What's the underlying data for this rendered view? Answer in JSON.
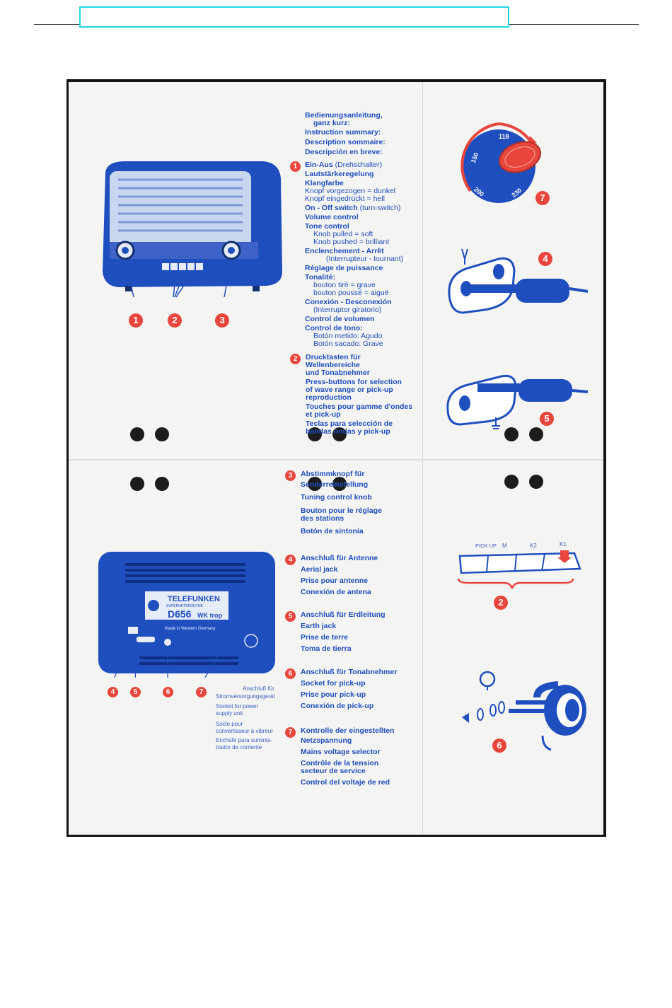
{
  "header": {
    "box_text": ""
  },
  "colors": {
    "blue": "#1f4fbf",
    "red": "#e8453c",
    "paper": "#f4f4f2",
    "header_box": "#21d6e6"
  },
  "intro": [
    "Bedienungsanleitung,",
    "ganz kurz:",
    "Instruction summary:",
    "Description sommaire:",
    "Descripción en breve:"
  ],
  "s1": {
    "num": "1",
    "lines": [
      {
        "b": "Ein-Aus",
        "n": " (Drehschalter)"
      },
      {
        "b": "Lautstärkeregelung"
      },
      {
        "b": "Klangfarbe"
      },
      {
        "n": "Knopf vorgezogen  =  dunkel"
      },
      {
        "n": "Knopf eingedrückt  =  hell"
      },
      {
        "b": "On - Off switch",
        "n": " (turn-switch)"
      },
      {
        "b": "Volume control"
      },
      {
        "b": "Tone control"
      },
      {
        "n": "Knob pulled    =  soft"
      },
      {
        "n": "Knob pushed  =  brilliant"
      },
      {
        "b": "Enclenchement - Arrêt"
      },
      {
        "n": "(Interrupteur - tournant)"
      },
      {
        "b": "Réglage de puissance"
      },
      {
        "b": "Tonalité:"
      },
      {
        "n": "bouton tiré       =  grave"
      },
      {
        "n": "bouton poussé  =  aiguë"
      },
      {
        "b": "Conexión - Desconexión"
      },
      {
        "n": "(Interruptor giratorio)"
      },
      {
        "b": "Control de volumen"
      },
      {
        "b": "Control de tono:"
      },
      {
        "n": "Botón metido:  Agudo"
      },
      {
        "n": "Botón sacado:  Grave"
      }
    ]
  },
  "s2": {
    "num": "2",
    "lines": [
      "Drucktasten für",
      "Wellenbereiche",
      "und Tonabnehmer",
      "Press-buttons for selection",
      "of wave range or pick-up",
      "reproduction",
      "Touches pour gamme d'ondes",
      "et pick-up",
      "Teclas para selección de",
      "bandas ondas y pick-up"
    ]
  },
  "s3": {
    "num": "3",
    "lines": [
      "Abstimmknopf für",
      "Senderreinstellung",
      "Tuning control knob",
      "Bouton pour le réglage",
      "des stations",
      "Botón de sintonía"
    ]
  },
  "s4": {
    "num": "4",
    "lines": [
      "Anschluß für Antenne",
      "Aerial jack",
      "Prise pour antenne",
      "Conexión de antena"
    ]
  },
  "s5": {
    "num": "5",
    "lines": [
      "Anschluß für Erdleitung",
      "Earth jack",
      "Prise de terre",
      "Toma de tierra"
    ]
  },
  "s6": {
    "num": "6",
    "lines": [
      "Anschluß für Tonabnehmer",
      "Socket for pick-up",
      "Prise pour pick-up",
      "Conexión de pick-up"
    ]
  },
  "s7": {
    "num": "7",
    "lines": [
      "Kontrolle der eingestellten",
      "Netzspannung",
      "Mains voltage selector",
      "Contrôle de la tension",
      "secteur de service",
      "Control del voltaje de red"
    ]
  },
  "power": [
    "Anschluß für",
    "Stromversorgungsgerät",
    "Socket for power",
    "supply unit",
    "Socle pour",
    "convertisseur à vibreur",
    "Enchufe para suminis-",
    "trador de corriente"
  ],
  "back_panel": {
    "brand": "TELEFUNKEN",
    "sub": "SUPERHETERODYNE",
    "model": "D656",
    "model2": "WK trop",
    "made": "Made in Western Germany"
  },
  "callouts_front": [
    "1",
    "2",
    "3"
  ],
  "callouts_back": [
    "4",
    "5",
    "6",
    "7"
  ],
  "voltage_dial": {
    "values": [
      "118",
      "150",
      "200",
      "230"
    ],
    "badge": "7"
  },
  "buttons_diagram": {
    "labels": [
      "PICK UP",
      "M",
      "K2",
      "K1"
    ],
    "badge": "2"
  },
  "aerial_badge": "4",
  "earth_badge": "5",
  "pickup_badge": "6"
}
